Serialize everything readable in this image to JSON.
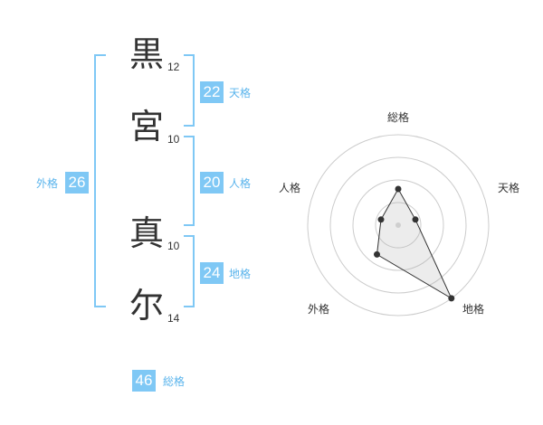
{
  "name": {
    "chars": [
      {
        "char": "黒",
        "strokes": "12"
      },
      {
        "char": "宮",
        "strokes": "10"
      },
      {
        "char": "真",
        "strokes": "10"
      },
      {
        "char": "尔",
        "strokes": "14"
      }
    ]
  },
  "fortune": {
    "tenkaku": {
      "value": "22",
      "label": "天格"
    },
    "jinkaku": {
      "value": "20",
      "label": "人格"
    },
    "chikaku": {
      "value": "24",
      "label": "地格"
    },
    "gaikaku": {
      "value": "26",
      "label": "外格"
    },
    "soukaku": {
      "value": "46",
      "label": "総格"
    }
  },
  "chart_data": {
    "type": "radar",
    "axes": [
      "総格",
      "天格",
      "地格",
      "外格",
      "人格"
    ],
    "rings": 4,
    "values": [
      2,
      1,
      5,
      2,
      1
    ],
    "max": 5,
    "grid": true
  },
  "colors": {
    "accent": "#7fc8f5",
    "label": "#5ab4ec",
    "text": "#333333"
  }
}
